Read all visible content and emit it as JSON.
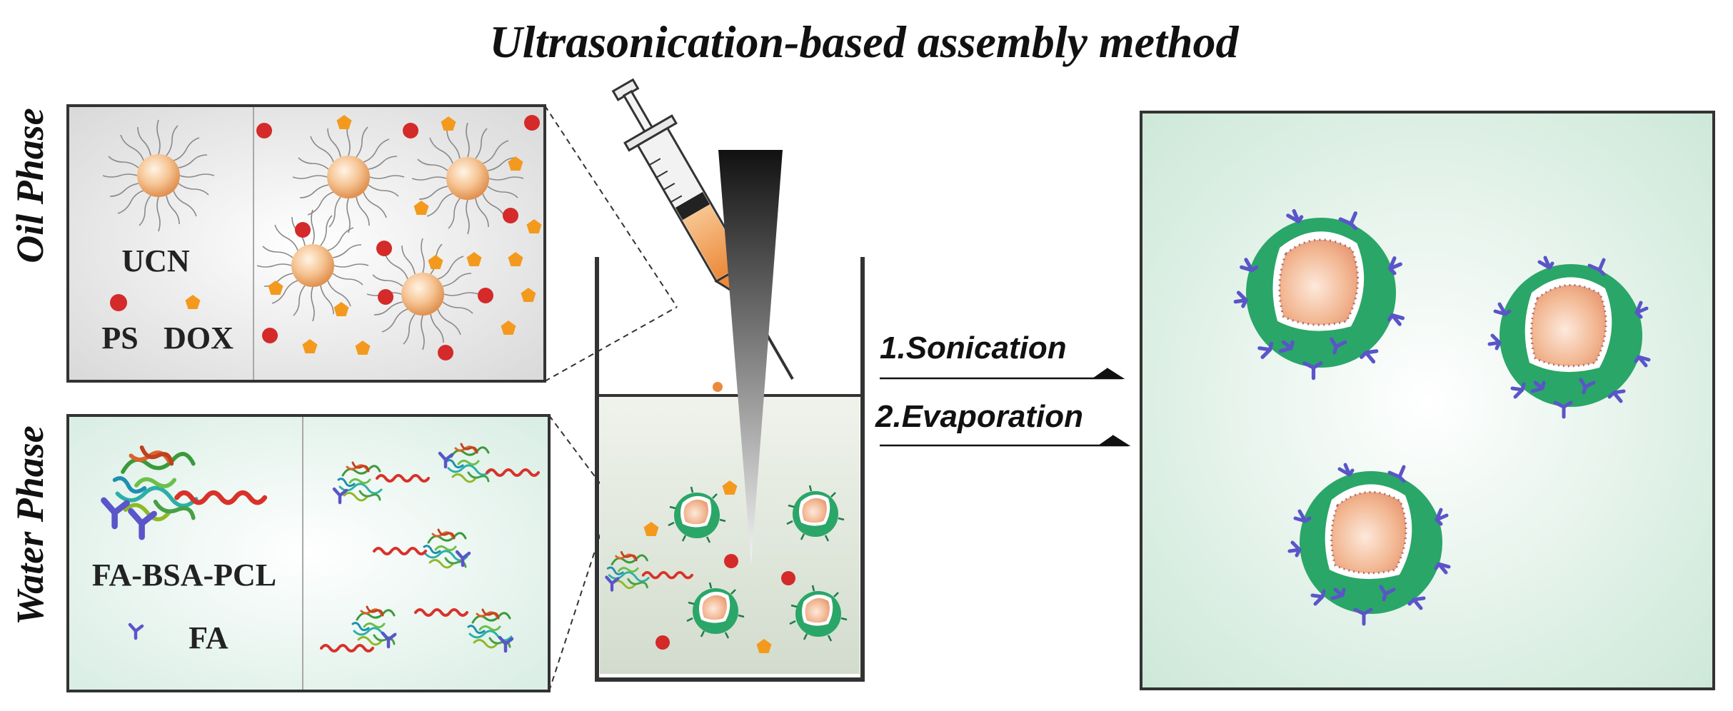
{
  "title": "Ultrasonication-based assembly method",
  "phases": {
    "oil": "Oil Phase",
    "water": "Water Phase"
  },
  "legend": {
    "ucn": "UCN",
    "ps": "PS",
    "dox": "DOX",
    "fa_bsa_pcl": "FA-BSA-PCL",
    "fa": "FA"
  },
  "steps": {
    "step1": "1.Sonication",
    "step2": "2.Evaporation"
  },
  "colors": {
    "ps": "#d42a2a",
    "dox": "#f39a1e",
    "ucn_core": "#f2b27c",
    "shell": "#2aa668",
    "fa": "#5a55c8",
    "pcl": "#d8322a"
  },
  "icons": [
    "syringe-icon",
    "sonicator-probe-icon",
    "beaker-icon",
    "nanoparticle-icon",
    "arrow-right-icon"
  ]
}
